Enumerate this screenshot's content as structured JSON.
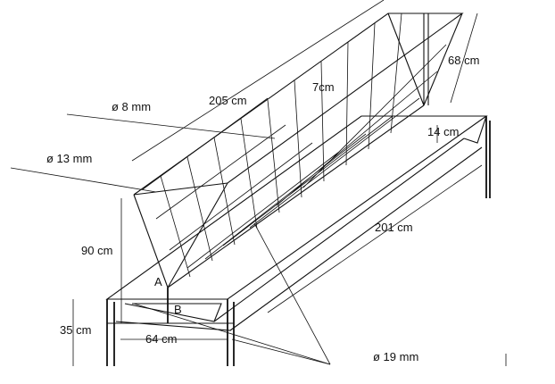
{
  "labels": {
    "rod_8mm": "ø 8 mm",
    "rod_13mm": "ø 13 mm",
    "rod_19mm": "ø 19 mm",
    "length_top": "205 cm",
    "spacing": "7cm",
    "height_top": "68 cm",
    "depth_trough": "14 cm",
    "length_trough": "201 cm",
    "height_90": "90 cm",
    "height_35": "35 cm",
    "width_64": "64 cm",
    "point_a": "A",
    "point_b": "B"
  }
}
